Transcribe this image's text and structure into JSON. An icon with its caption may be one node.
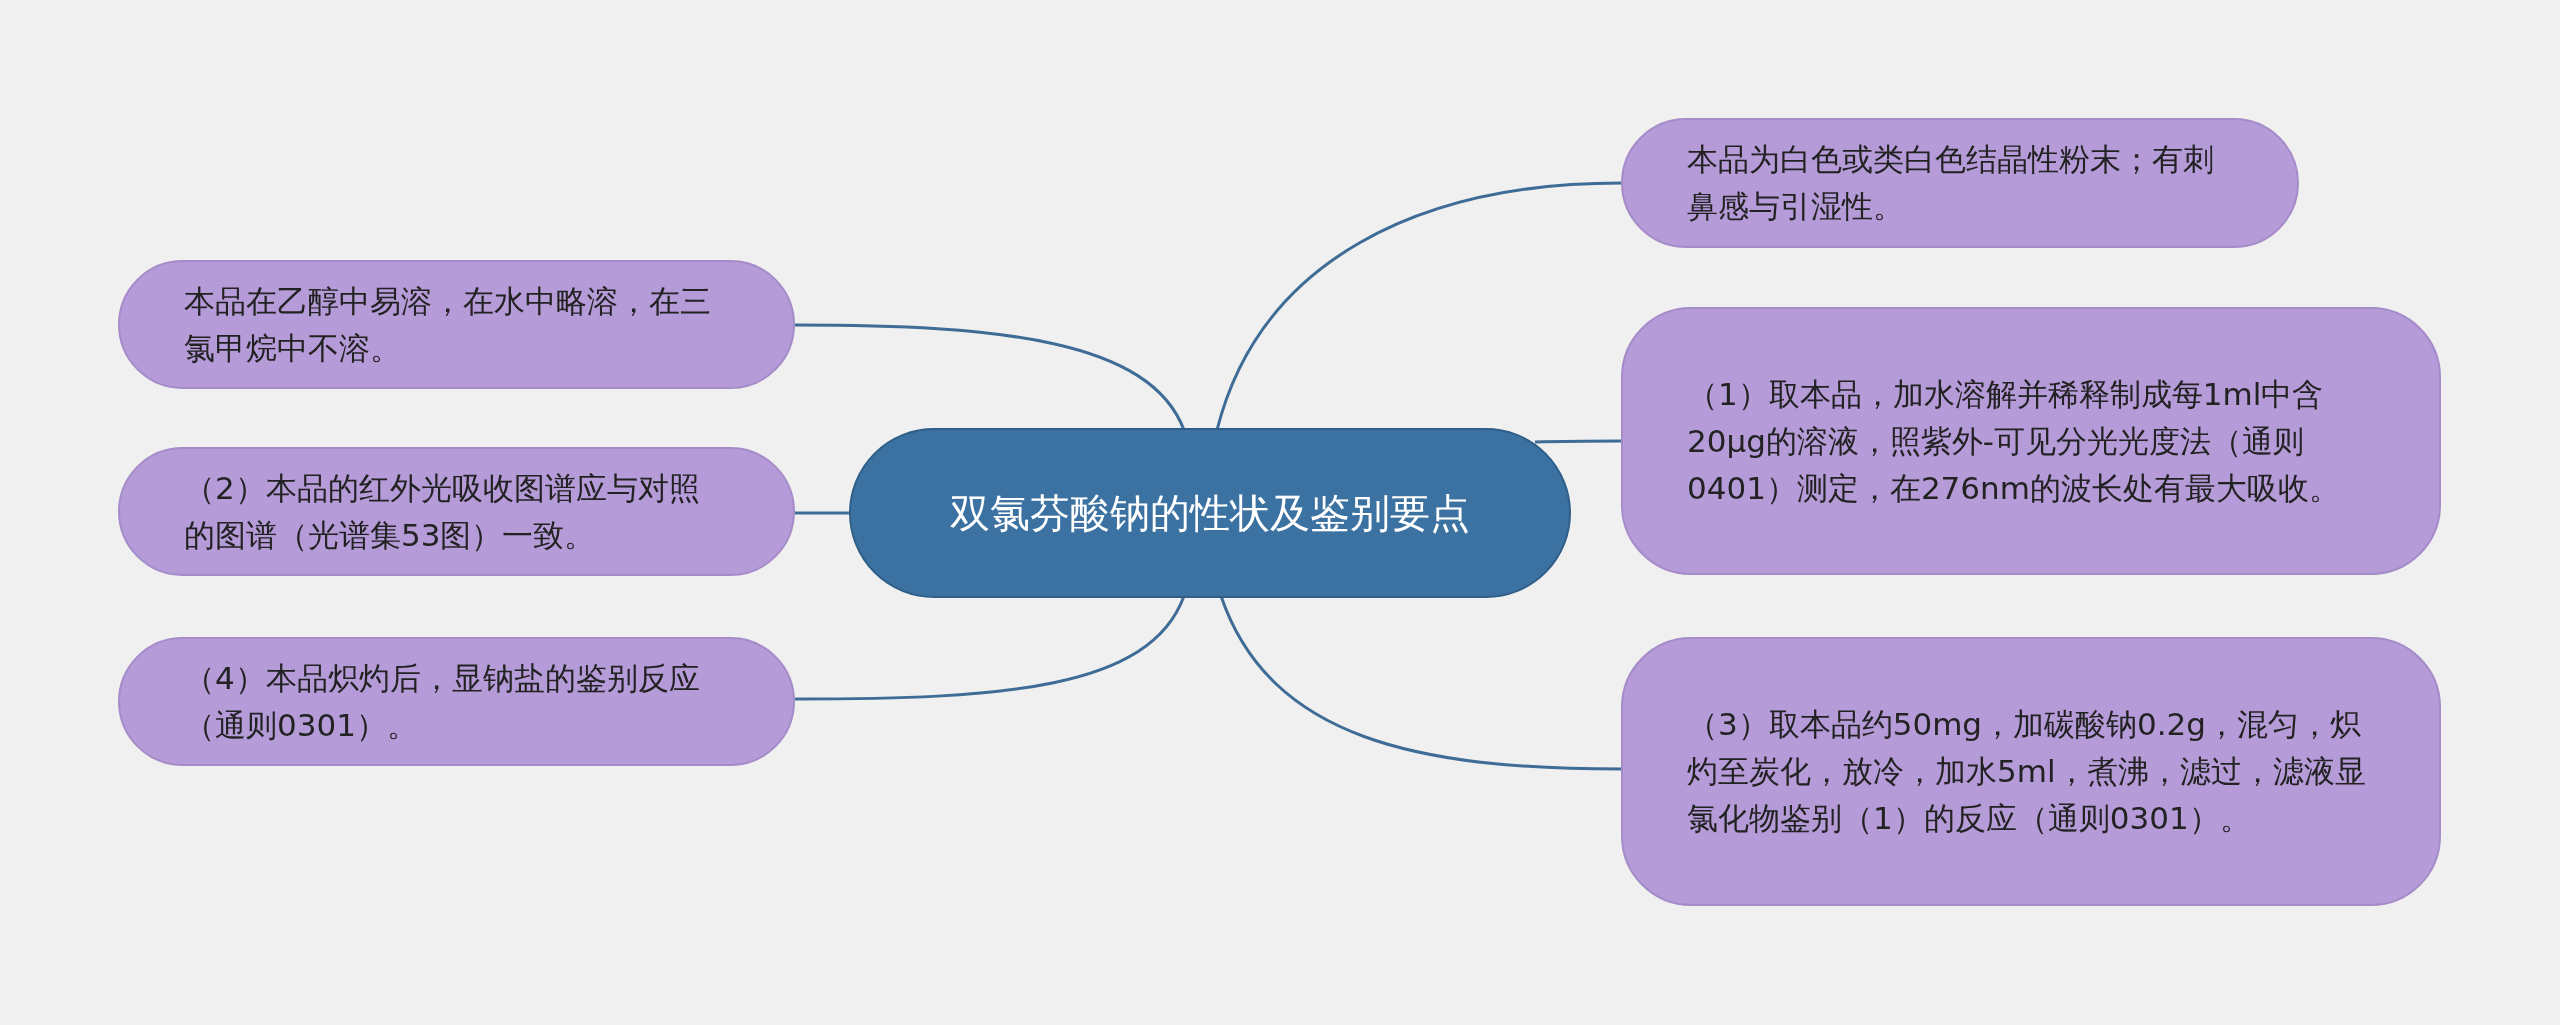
{
  "diagram": {
    "nodes": [
      {
        "text": [
          "双氯芬酸钠的性状及鉴别要点"
        ]
      },
      {
        "text": [
          "本品在乙醇中易溶，在水中略溶，在三氯甲烷中不溶。"
        ]
      },
      {
        "text": [
          "（2）本品的红外光吸收图谱应与对照的图谱（光谱集53图）一致。"
        ]
      },
      {
        "text": [
          "（4）本品炽灼后，显钠盐的鉴别反应（通则0301）。"
        ]
      },
      {
        "text": [
          "本品为白色或类白色结晶性粉末；有刺鼻感与引湿性。"
        ]
      },
      {
        "text": [
          "（1）取本品，加水溶解并稀释制成每1ml中含20μg的溶液，照紫外-可见分光光度法（通则0401）测定，在276nm的波长处有最大吸收。"
        ]
      },
      {
        "text": [
          "（3）取本品约50mg，加碳酸钠0.2g，混匀，炽灼至炭化，放冷，加水5ml，煮沸，滤过，滤液显氯化物鉴别（1）的反应（通则0301）。"
        ]
      }
    ],
    "edges": [
      {
        "from": 0,
        "to": 1,
        "arrow": "none"
      },
      {
        "from": 0,
        "to": 2,
        "arrow": "none"
      },
      {
        "from": 0,
        "to": 3,
        "arrow": "none"
      },
      {
        "from": 0,
        "to": 4,
        "arrow": "none"
      },
      {
        "from": 0,
        "to": 5,
        "arrow": "none"
      },
      {
        "from": 0,
        "to": 6,
        "arrow": "none"
      }
    ]
  }
}
